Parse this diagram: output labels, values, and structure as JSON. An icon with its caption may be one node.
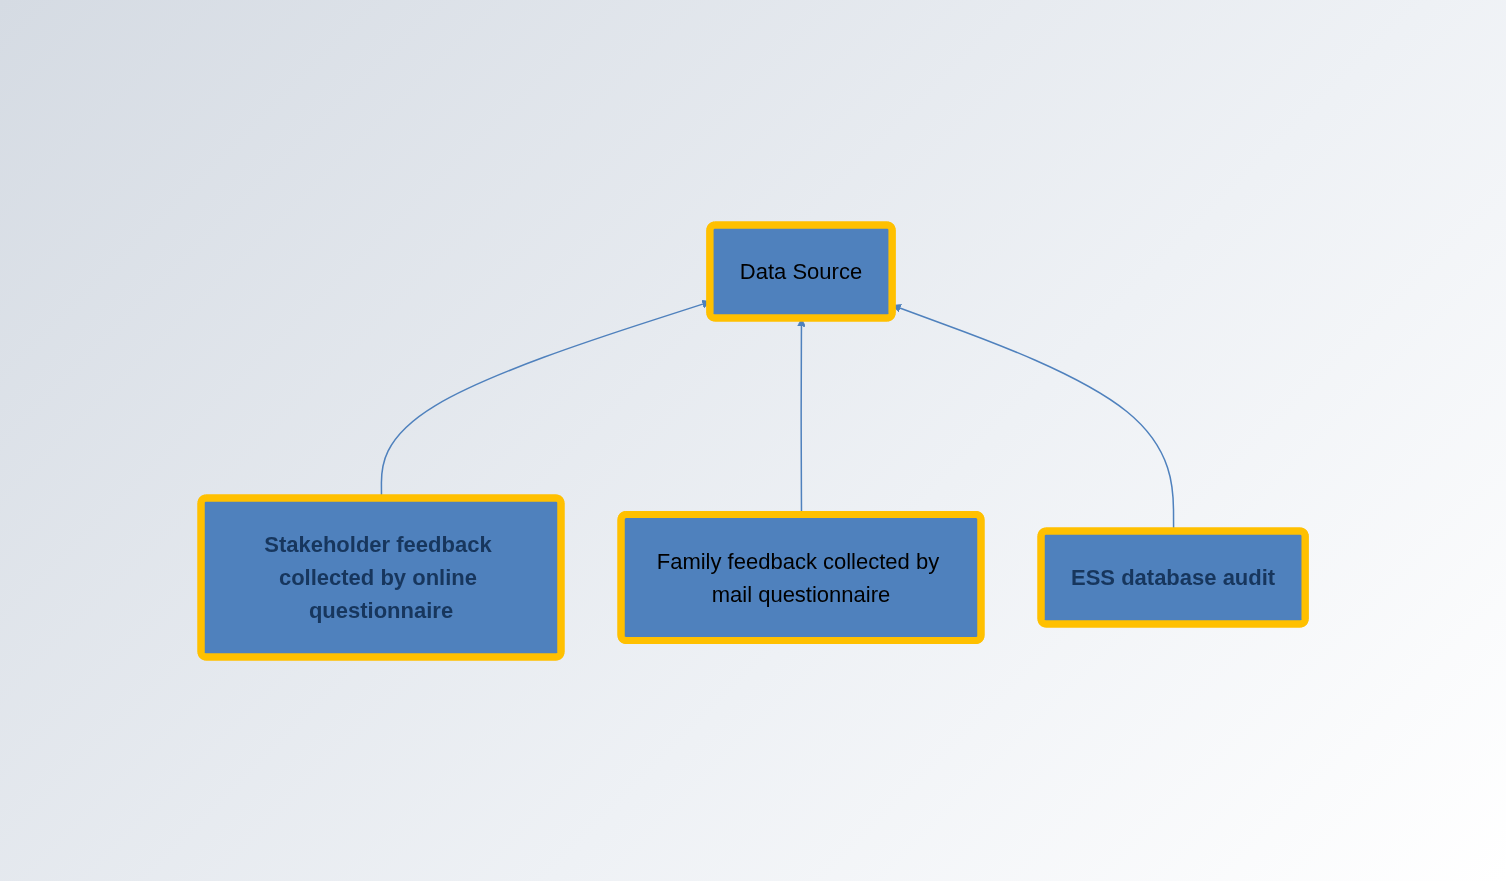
{
  "diagram": {
    "nodes": [
      {
        "text": [
          "Data Source"
        ]
      },
      {
        "text": [
          "Stakeholder feedback collected by online questionnaire"
        ]
      },
      {
        "text": [
          "Family feedback collected by mail questionnaire"
        ]
      },
      {
        "text": [
          "ESS database audit"
        ]
      }
    ],
    "edges": [
      {
        "from": 1,
        "to": 0,
        "arrow": "to"
      },
      {
        "from": 2,
        "to": 0,
        "arrow": "to"
      },
      {
        "from": 3,
        "to": 0,
        "arrow": "to"
      }
    ]
  }
}
